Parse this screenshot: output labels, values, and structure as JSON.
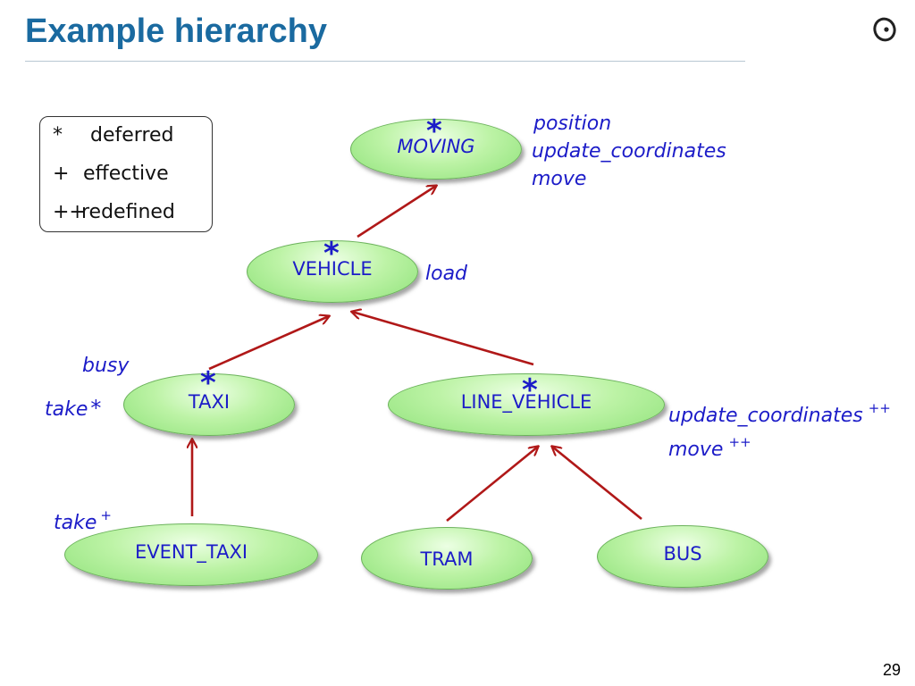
{
  "slide": {
    "title": "Example hierarchy",
    "page_number": "29"
  },
  "legend": {
    "items": [
      {
        "symbol": "*",
        "text": "deferred"
      },
      {
        "symbol": "+",
        "text": "effective"
      },
      {
        "symbol": "++",
        "text": "redefined"
      }
    ]
  },
  "nodes": {
    "moving": {
      "label": "MOVING",
      "marker": "*"
    },
    "vehicle": {
      "label": "VEHICLE",
      "marker": "*"
    },
    "taxi": {
      "label": "TAXI",
      "marker": "*"
    },
    "line_vehicle": {
      "label": "LINE_VEHICLE",
      "marker": "*"
    },
    "event_taxi": {
      "label": "EVENT_TAXI"
    },
    "tram": {
      "label": "TRAM"
    },
    "bus": {
      "label": "BUS"
    }
  },
  "features": {
    "moving": [
      "position",
      "update_coordinates",
      "move"
    ],
    "vehicle": "load",
    "taxi_busy": "busy",
    "taxi_take": {
      "name": "take",
      "marker": "*"
    },
    "line_vehicle": [
      {
        "name": "update_coordinates",
        "marker": "++"
      },
      {
        "name": "move",
        "marker": "++"
      }
    ],
    "event_taxi_take": {
      "name": "take",
      "marker": "+"
    }
  },
  "edges": [
    {
      "from": "VEHICLE",
      "to": "MOVING"
    },
    {
      "from": "TAXI",
      "to": "VEHICLE"
    },
    {
      "from": "LINE_VEHICLE",
      "to": "VEHICLE"
    },
    {
      "from": "EVENT_TAXI",
      "to": "TAXI"
    },
    {
      "from": "TRAM",
      "to": "LINE_VEHICLE"
    },
    {
      "from": "BUS",
      "to": "LINE_VEHICLE"
    }
  ],
  "colors": {
    "title": "#1a6aa0",
    "text": "#1c1cc8",
    "arrow": "#b01818",
    "node_fill": "#bdf3a6"
  }
}
